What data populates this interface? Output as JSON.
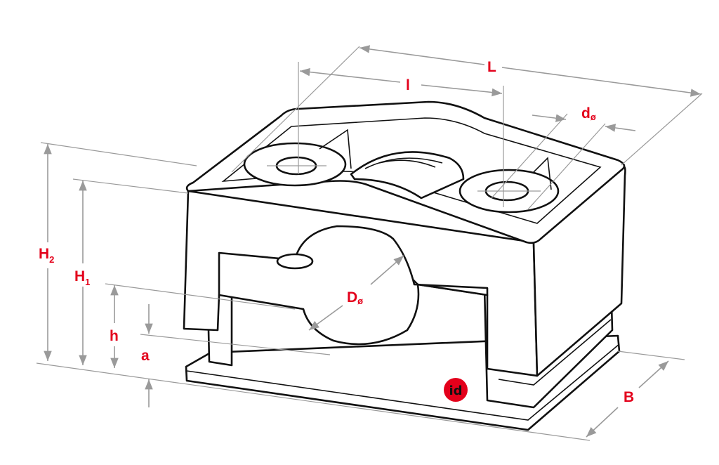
{
  "title": "Cable clamp dimension drawing",
  "dimensions": {
    "L": {
      "main": "L"
    },
    "l": {
      "main": "l"
    },
    "d": {
      "main": "d",
      "sub": "ø"
    },
    "D": {
      "main": "D",
      "sub": "ø"
    },
    "H2": {
      "main": "H",
      "sub": "2"
    },
    "H1": {
      "main": "H",
      "sub": "1"
    },
    "h": {
      "main": "h"
    },
    "a": {
      "main": "a"
    },
    "B": {
      "main": "B"
    }
  },
  "logo": {
    "text": "id",
    "color": "#e3001b"
  },
  "colors": {
    "label": "#e3001b",
    "dimension_line": "#9a9a9a",
    "outline": "#111111"
  }
}
